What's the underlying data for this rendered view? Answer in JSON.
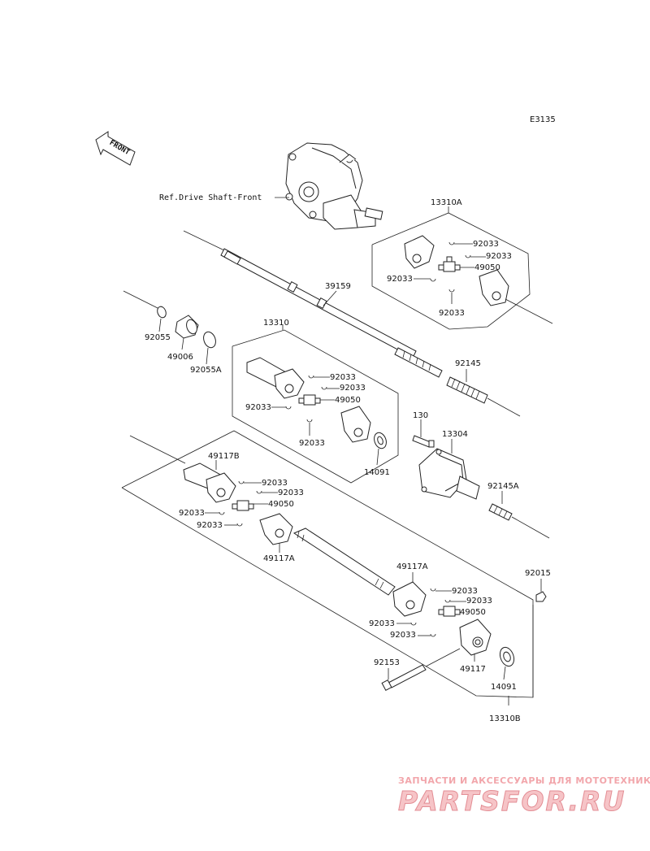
{
  "diagram_code": "E3135",
  "front_label": "FRONT",
  "ref_label": "Ref.Drive Shaft-Front",
  "callouts": {
    "c_13310A": "13310A",
    "c_92033_a1": "92033",
    "c_92033_a2": "92033",
    "c_49050_a": "49050",
    "c_92033_a3": "92033",
    "c_92033_a4": "92033",
    "c_39159": "39159",
    "c_92055": "92055",
    "c_49006": "49006",
    "c_92055A": "92055A",
    "c_13310": "13310",
    "c_92033_b1": "92033",
    "c_92033_b2": "92033",
    "c_49050_b": "49050",
    "c_92033_b3": "92033",
    "c_92033_b4": "92033",
    "c_92145": "92145",
    "c_130": "130",
    "c_13304": "13304",
    "c_14091_a": "14091",
    "c_49117B": "49117B",
    "c_92033_c1": "92033",
    "c_92033_c2": "92033",
    "c_49050_c": "49050",
    "c_92033_c3": "92033",
    "c_92033_c4": "92033",
    "c_49117A_a": "49117A",
    "c_92145A": "92145A",
    "c_49117A_b": "49117A",
    "c_92033_d1": "92033",
    "c_92033_d2": "92033",
    "c_49050_d": "49050",
    "c_92033_d3": "92033",
    "c_92033_d4": "92033",
    "c_92015": "92015",
    "c_92153": "92153",
    "c_49117": "49117",
    "c_14091_b": "14091",
    "c_13310B": "13310B"
  },
  "watermark": {
    "line1": "ЗАПЧАСТИ И АКСЕССУАРЫ ДЛЯ МОТОТЕХНИКИ",
    "line2": "PARTSFOR.RU"
  }
}
